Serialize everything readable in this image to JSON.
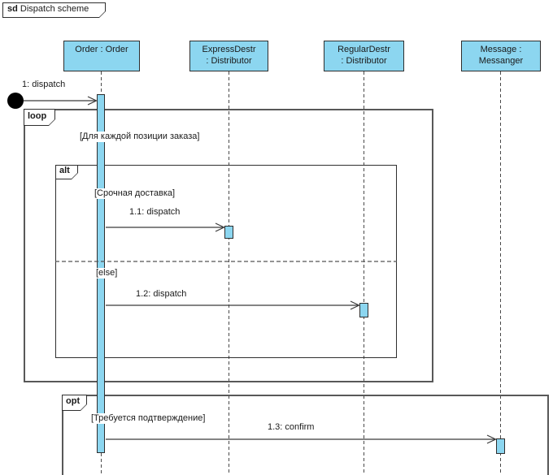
{
  "title": {
    "keyword": "sd",
    "name": "Dispatch scheme"
  },
  "lifelines": [
    {
      "id": "order",
      "lines": [
        "Order : Order"
      ]
    },
    {
      "id": "express",
      "lines": [
        "ExpressDestr",
        ": Distributor"
      ]
    },
    {
      "id": "regular",
      "lines": [
        "RegularDestr",
        ": Distributor"
      ]
    },
    {
      "id": "message",
      "lines": [
        "Message :",
        "Messanger"
      ]
    }
  ],
  "fragments": {
    "loop": {
      "operator": "loop",
      "guard": "[Для каждой позиции заказа]"
    },
    "alt": {
      "operator": "alt",
      "guard_if": "[Срочная доставка]",
      "guard_else": "[else]"
    },
    "opt": {
      "operator": "opt",
      "guard": "[Требуется подтверждение]"
    }
  },
  "messages": [
    {
      "label": "1: dispatch",
      "from": "found",
      "to": "Order : Order"
    },
    {
      "label": "1.1: dispatch",
      "from": "Order : Order",
      "to": "ExpressDestr : Distributor"
    },
    {
      "label": "1.2: dispatch",
      "from": "Order : Order",
      "to": "RegularDestr : Distributor"
    },
    {
      "label": "1.3: confirm",
      "from": "Order : Order",
      "to": "Message : Messanger"
    }
  ],
  "colors": {
    "shape_fill": "#8CD6F0",
    "shape_border": "#2E2E2E",
    "frame_border": "#585858",
    "line_color": "#3A3A3A",
    "background": "#FFFFFF"
  }
}
